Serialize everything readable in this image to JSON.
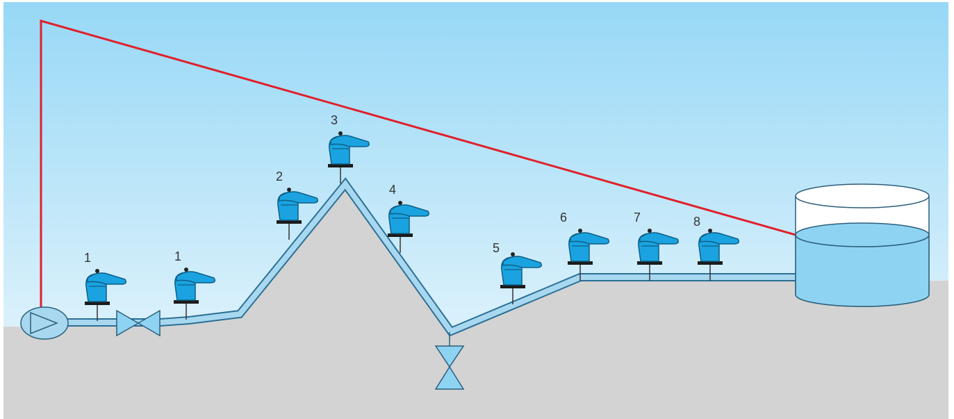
{
  "colors": {
    "sky_top": "#9ad9f5",
    "sky_bottom": "#eaf7fd",
    "ground": "#d3d3d3",
    "pipe_fill": "#a8d8f0",
    "pipe_outline": "#2b6f95",
    "hydraulic_line": "#e0202a",
    "valve_body": "#1aa3e0",
    "valve_dark": "#0e5f86",
    "tank_water": "#8fd3f3"
  },
  "valves": [
    {
      "label": "1"
    },
    {
      "label": "1"
    },
    {
      "label": "2"
    },
    {
      "label": "3"
    },
    {
      "label": "4"
    },
    {
      "label": "5"
    },
    {
      "label": "6"
    },
    {
      "label": "7"
    },
    {
      "label": "8"
    }
  ],
  "icons": {
    "pump": "pump-icon",
    "inline_valve": "gate-valve-icon",
    "drain_valve": "drain-valve-icon",
    "air_valve": "air-valve-icon",
    "tank": "reservoir-tank-icon"
  }
}
